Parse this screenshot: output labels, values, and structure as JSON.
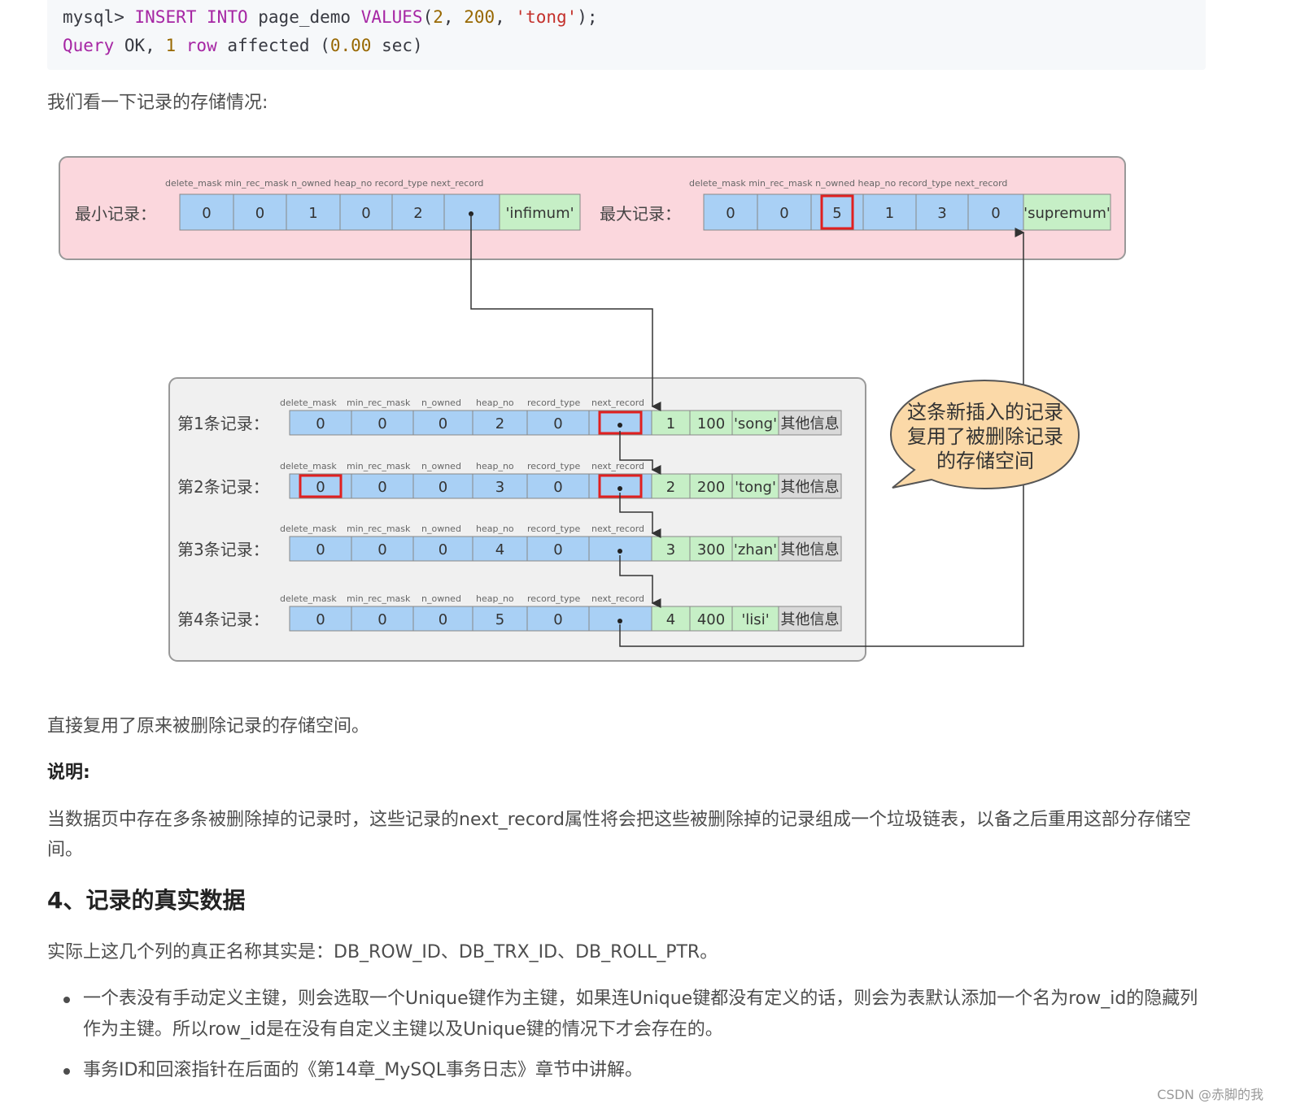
{
  "code": {
    "line1": {
      "prompt": "mysql>",
      "kw1": "INSERT",
      "kw2": "INTO",
      "table": "page_demo",
      "kw3": "VALUES",
      "open": "(",
      "n1": "2",
      "n2": "200",
      "str": "'tong'",
      "close": ");"
    },
    "line2": {
      "kw1": "Query",
      "ok": "OK,",
      "n1": "1",
      "kw2": "row",
      "affected": "affected",
      "open": "(",
      "time": "0.00",
      "sec": "sec)"
    }
  },
  "intro_text": "我们看一下记录的存储情况:",
  "diagram": {
    "top_labels": {
      "min": "最小记录：",
      "max": "最大记录："
    },
    "top_fields": "delete_mask min_rec_mask n_owned heap_no record_type  next_record",
    "infimum": {
      "values": [
        "0",
        "0",
        "1",
        "0",
        "2"
      ],
      "name": "'infimum'"
    },
    "supremum": {
      "values": [
        "0",
        "0",
        "5",
        "1",
        "3",
        "0"
      ],
      "name": "'supremum'"
    },
    "field_names": [
      "delete_mask",
      "min_rec_mask",
      "n_owned",
      "heap_no",
      "record_type",
      "next_record"
    ],
    "records": [
      {
        "label": "第1条记录：",
        "header": [
          "0",
          "0",
          "0",
          "2",
          "0"
        ],
        "data": [
          "1",
          "100",
          "'song'",
          "其他信息"
        ]
      },
      {
        "label": "第2条记录：",
        "header": [
          "0",
          "0",
          "0",
          "3",
          "0"
        ],
        "data": [
          "2",
          "200",
          "'tong'",
          "其他信息"
        ]
      },
      {
        "label": "第3条记录：",
        "header": [
          "0",
          "0",
          "0",
          "4",
          "0"
        ],
        "data": [
          "3",
          "300",
          "'zhan'",
          "其他信息"
        ]
      },
      {
        "label": "第4条记录：",
        "header": [
          "0",
          "0",
          "0",
          "5",
          "0"
        ],
        "data": [
          "4",
          "400",
          "'lisi'",
          "其他信息"
        ]
      }
    ],
    "bubble": [
      "这条新插入的记录",
      "复用了被删除记录",
      "的存储空间"
    ],
    "colors": {
      "header_cell": "#a9d0f5",
      "data_cell": "#c6efc6",
      "top_box": "#fbd7dd",
      "highlight": "#e02020",
      "bubble": "#fbd9a8"
    }
  },
  "para_reuse": "直接复用了原来被删除记录的存储空间。",
  "note_title": "说明:",
  "note_text": "当数据页中存在多条被删除掉的记录时，这些记录的next_record属性将会把这些被删除掉的记录组成一个垃圾链表，以备之后重用这部分存储空间。",
  "section_heading": "4、记录的真实数据",
  "section_intro": "实际上这几个列的真正名称其实是：DB_ROW_ID、DB_TRX_ID、DB_ROLL_PTR。",
  "bullets": [
    "一个表没有手动定义主键，则会选取一个Unique键作为主键，如果连Unique键都没有定义的话，则会为表默认添加一个名为row_id的隐藏列作为主键。所以row_id是在没有自定义主键以及Unique键的情况下才会存在的。",
    "事务ID和回滚指针在后面的《第14章_MySQL事务日志》章节中讲解。"
  ],
  "watermark": "CSDN @赤脚的我"
}
